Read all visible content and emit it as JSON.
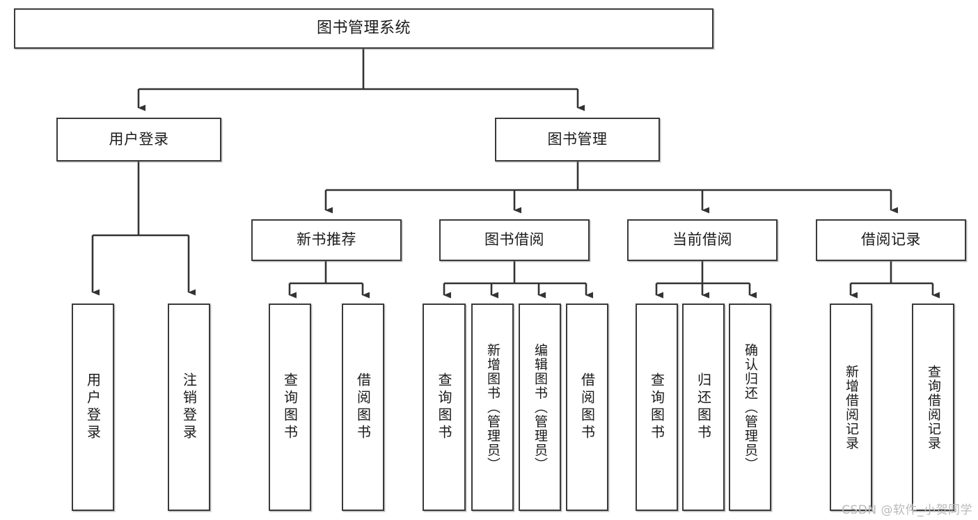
{
  "diagram": {
    "title": "图书管理系统",
    "type": "tree-hierarchy-chart",
    "watermark": "CSDN @软件_小贺同学",
    "colors": {
      "box_border": "#3a3a3a",
      "box_fill": "#ffffff",
      "connector": "#333333",
      "text": "#1a1a1a",
      "watermark": "#b9b9b9"
    },
    "root": {
      "label": "图书管理系统"
    },
    "level2": [
      {
        "label": "用户登录"
      },
      {
        "label": "图书管理"
      }
    ],
    "level3": [
      {
        "label": "新书推荐"
      },
      {
        "label": "图书借阅"
      },
      {
        "label": "当前借阅"
      },
      {
        "label": "借阅记录"
      }
    ],
    "leaves": {
      "user_login": [
        {
          "label": "用户登录"
        },
        {
          "label": "注销登录"
        }
      ],
      "new_book": [
        {
          "label": "查询图书"
        },
        {
          "label": "借阅图书"
        }
      ],
      "book_borrow": [
        {
          "label": "查询图书"
        },
        {
          "label": "新增图书（管理员）"
        },
        {
          "label": "编辑图书（管理员）"
        },
        {
          "label": "借阅图书"
        }
      ],
      "current_borrow": [
        {
          "label": "查询图书"
        },
        {
          "label": "归还图书"
        },
        {
          "label": "确认归还（管理员）"
        }
      ],
      "borrow_record": [
        {
          "label": "新增借阅记录"
        },
        {
          "label": "查询借阅记录"
        }
      ]
    }
  }
}
